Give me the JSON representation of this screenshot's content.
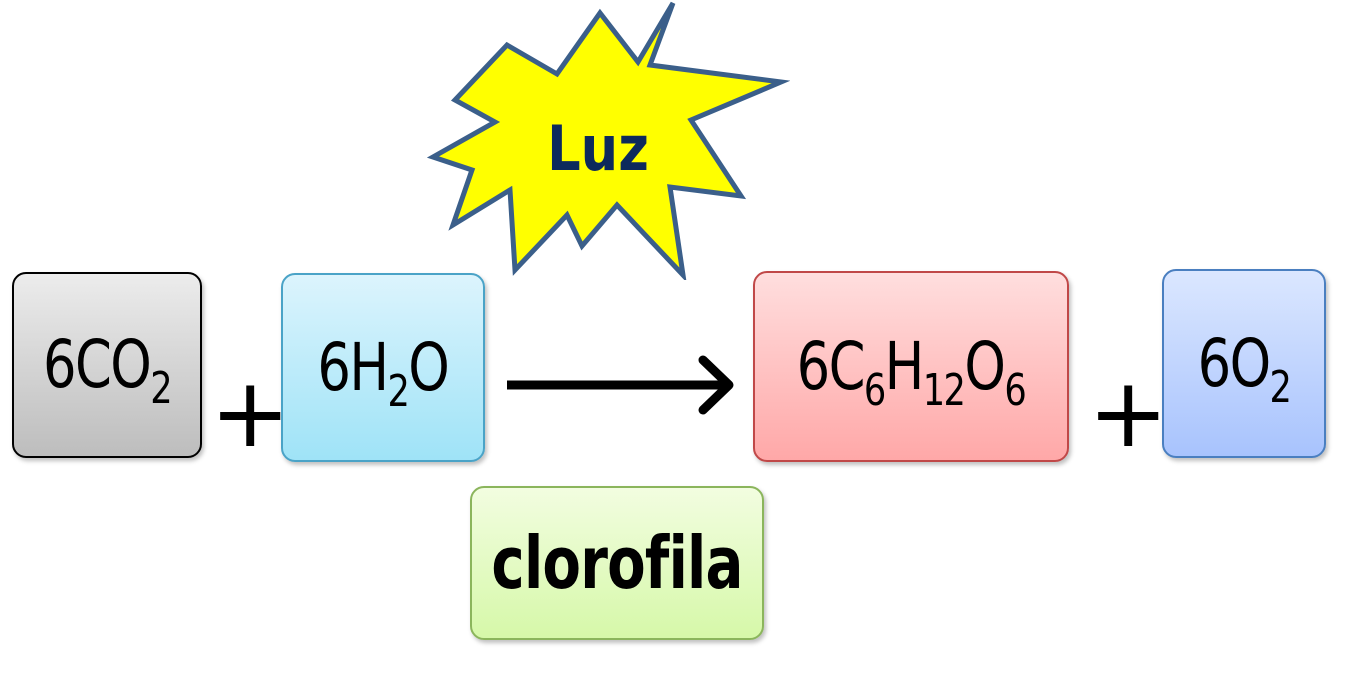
{
  "reactants": [
    {
      "coef": "6",
      "parts": [
        {
          "text": "CO"
        },
        {
          "sub": "2"
        }
      ]
    },
    {
      "coef": "6",
      "parts": [
        {
          "text": "H"
        },
        {
          "sub": "2"
        },
        {
          "text": "O"
        }
      ]
    }
  ],
  "products": [
    {
      "coef": "6",
      "parts": [
        {
          "text": "C"
        },
        {
          "sub": "6"
        },
        {
          "text": "H"
        },
        {
          "sub": "12"
        },
        {
          "text": "O"
        },
        {
          "sub": "6"
        }
      ]
    },
    {
      "coef": "6",
      "parts": [
        {
          "text": "O"
        },
        {
          "sub": "2"
        }
      ]
    }
  ],
  "operators": {
    "plus": "+"
  },
  "condition_above": "Luz",
  "condition_below": "clorofila",
  "colors": {
    "burst_fill": "#ffff00",
    "burst_stroke": "#3b5f8a",
    "luz_text": "#0d2a5c",
    "co2_box": "#c8c8c8",
    "h2o_box": "#aee8f9",
    "glucose_box": "#ffb5b5",
    "o2_box": "#b5cdfd",
    "chlorophyll_box": "#e0f8bd"
  }
}
